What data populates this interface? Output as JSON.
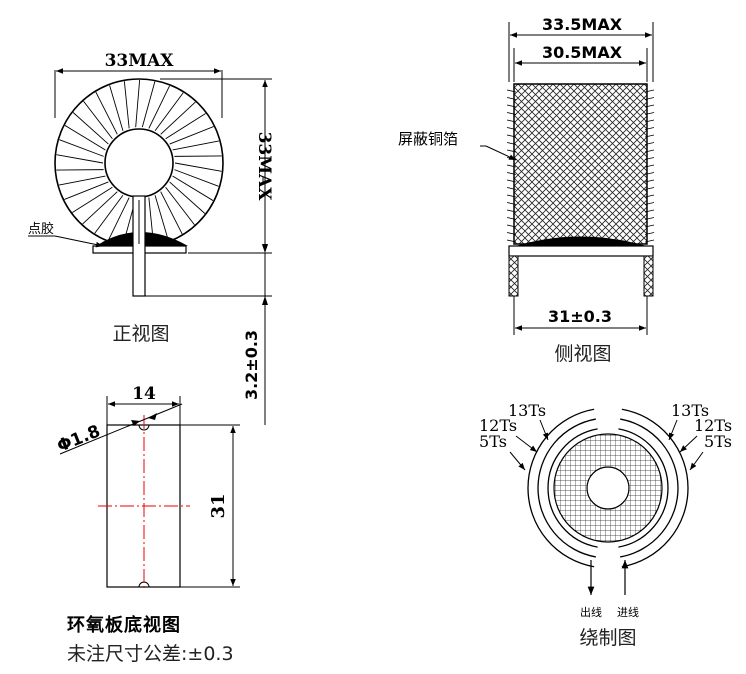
{
  "front_view": {
    "width_dim": "33MAX",
    "height_dim": "33MAX",
    "pin_dim": "3.2±0.3",
    "glue_label": "点胶",
    "caption": "正视图"
  },
  "side_view": {
    "outer_dim": "33.5MAX",
    "inner_dim": "30.5MAX",
    "pin_span_dim": "31±0.3",
    "shield_label": "屏蔽铜箔",
    "caption": "侧视图"
  },
  "base_view": {
    "width_dim": "14",
    "length_dim": "31",
    "hole_dim": "Φ1.8",
    "caption": "环氧板底视图",
    "tolerance_note": "未注尺寸公差:±0.3"
  },
  "winding_view": {
    "left_labels": [
      "13Ts",
      "12Ts",
      "5Ts"
    ],
    "right_labels": [
      "13Ts",
      "12Ts",
      "5Ts"
    ],
    "out_label": "出线",
    "in_label": "进线",
    "caption": "绕制图"
  }
}
